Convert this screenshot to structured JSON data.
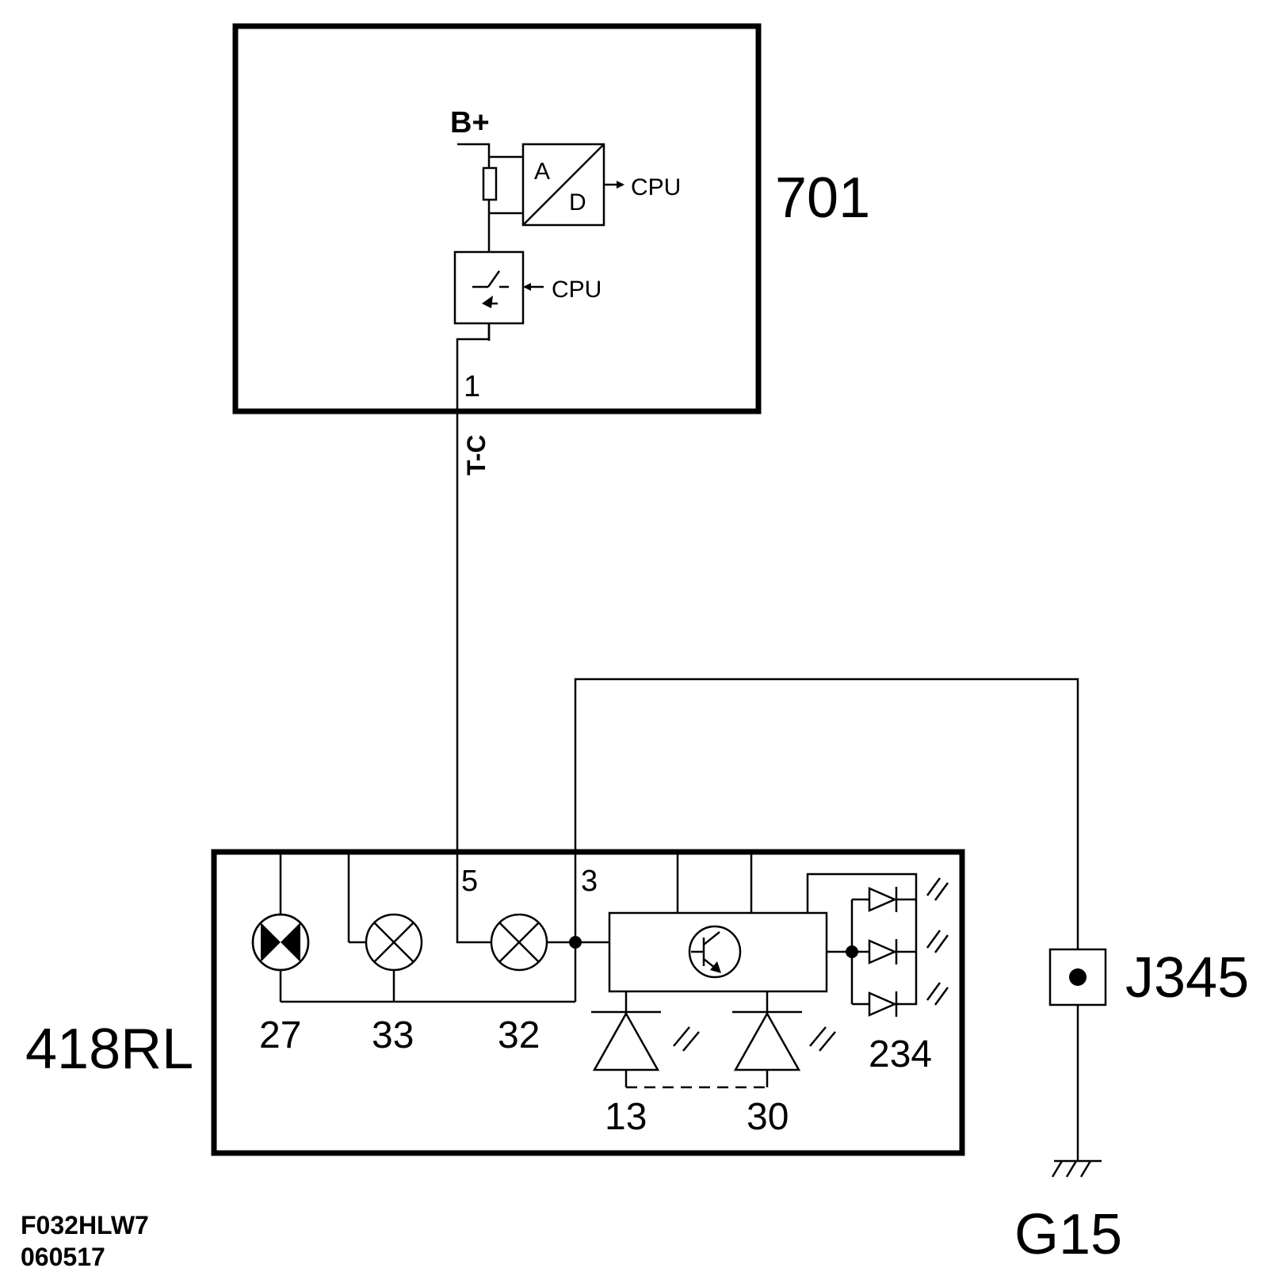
{
  "module_701": {
    "id": "701",
    "supply": "B+",
    "adc_a": "A",
    "adc_d": "D",
    "cpu_out": "CPU",
    "cpu_in": "CPU",
    "pin": "1"
  },
  "wire": {
    "code": "T-C"
  },
  "module_418": {
    "id": "418RL",
    "pin_5": "5",
    "pin_3": "3",
    "lamp_27": "27",
    "lamp_33": "33",
    "lamp_32": "32",
    "diode_13": "13",
    "diode_30": "30",
    "led_234": "234"
  },
  "connector": {
    "id": "J345"
  },
  "ground": {
    "id": "G15"
  },
  "footer": {
    "line1": "F032HLW7",
    "line2": "060517"
  }
}
